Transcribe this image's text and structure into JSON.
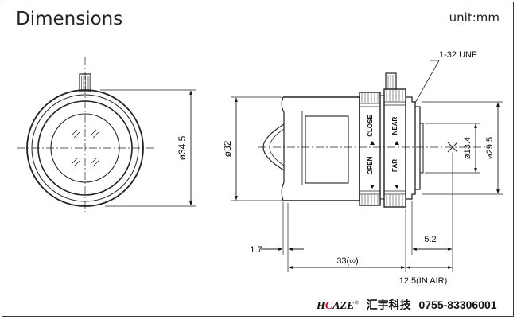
{
  "header": {
    "title": "Dimensions",
    "unit": "unit:mm"
  },
  "front_view": {
    "diameter_label": "ø34.5"
  },
  "side_view": {
    "thread_label": "1-32 UNF",
    "front_diameter_label": "ø32",
    "rear_diameter_label": "ø29.5",
    "inner_diameter_label": "ø13.4",
    "iris_ring": {
      "upper_label": "CLOSE",
      "lower_label": "OPEN"
    },
    "focus_ring": {
      "upper_label": "NEAR",
      "lower_label": "FAR"
    },
    "dim_left": "1.7",
    "dim_right": "5.2",
    "dim_length": "33(∞)",
    "dim_back_focus": "12.5(IN AIR)"
  },
  "footer": {
    "logo_prefix": "H",
    "logo_mark": "C",
    "logo_suffix": "AZE",
    "logo_reg": "®",
    "company": "汇宇科技",
    "phone": "0755-83306001",
    "colors": {
      "logo_mark": "#c8102e",
      "line": "#222222"
    }
  }
}
